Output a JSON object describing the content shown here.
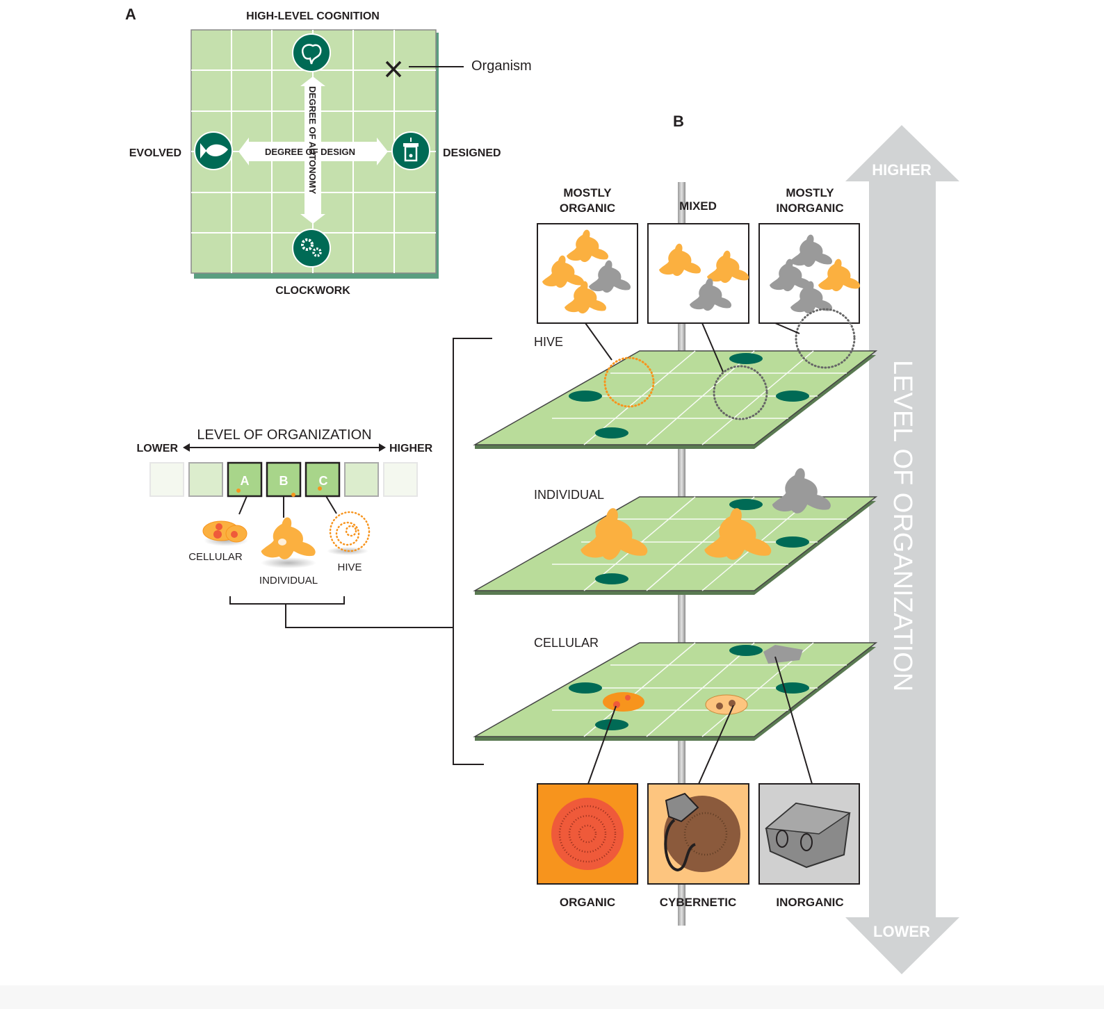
{
  "panel_a": {
    "label": "A",
    "top_label": "HIGH-LEVEL COGNITION",
    "bottom_label": "CLOCKWORK",
    "left_label": "EVOLVED",
    "right_label": "DESIGNED",
    "horizontal_axis": "DEGREE OF DESIGN",
    "vertical_axis": "DEGREE OF AUTONOMY",
    "marker_label": "Organism",
    "icons": [
      "brain-icon",
      "fish-icon",
      "robot-icon",
      "gears-icon"
    ],
    "colors": {
      "board": "#c5e0ad",
      "icon": "#006a55",
      "edge": "#5a9e80"
    }
  },
  "organization_scale": {
    "title": "LEVEL OF ORGANIZATION",
    "lower": "LOWER",
    "higher": "HIGHER",
    "boxes": [
      "",
      "",
      "A",
      "B",
      "C",
      "",
      ""
    ],
    "levels": [
      "CELLULAR",
      "INDIVIDUAL",
      "HIVE"
    ]
  },
  "panel_b": {
    "label": "B",
    "columns_top": [
      "MOSTLY ORGANIC",
      "MIXED",
      "MOSTLY INORGANIC"
    ],
    "column_top_lines": [
      [
        "MOSTLY",
        "ORGANIC"
      ],
      [
        "MIXED"
      ],
      [
        "MOSTLY",
        "INORGANIC"
      ]
    ],
    "planes": [
      "HIVE",
      "INDIVIDUAL",
      "CELLULAR"
    ],
    "materials": [
      "ORGANIC",
      "CYBERNETIC",
      "INORGANIC"
    ],
    "axis": {
      "title": "LEVEL OF ORGANIZATION",
      "top": "HIGHER",
      "bottom": "LOWER"
    },
    "colors": {
      "organic": "#f7941d",
      "organic_core": "#ef5a3a",
      "cybernetic": "#fdc57f",
      "cybernetic_core": "#8b5a3c",
      "inorganic": "#d0d0d0",
      "axis": "#d1d3d4",
      "plane": "#b9dc9a"
    }
  }
}
